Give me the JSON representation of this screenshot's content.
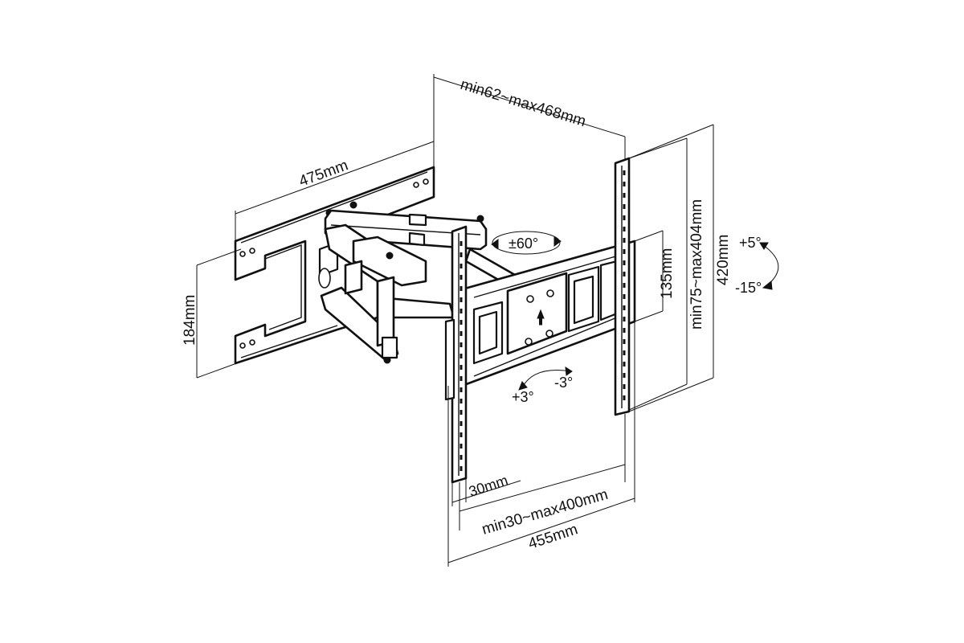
{
  "dimensions": {
    "depth": "min62~max468mm",
    "arm_length": "475mm",
    "wall_plate_height": "184mm",
    "vesa_vertical": "min75~max404mm",
    "bracket_height": "420mm",
    "rail_spacing": "135mm",
    "rail_width": "30mm",
    "vesa_horizontal": "min30~max400mm",
    "bracket_width": "455mm"
  },
  "angles": {
    "swivel": "±60°",
    "tilt_up": "+5°",
    "tilt_down": "-15°",
    "rotation_plus": "+3°",
    "rotation_minus": "-3°"
  }
}
